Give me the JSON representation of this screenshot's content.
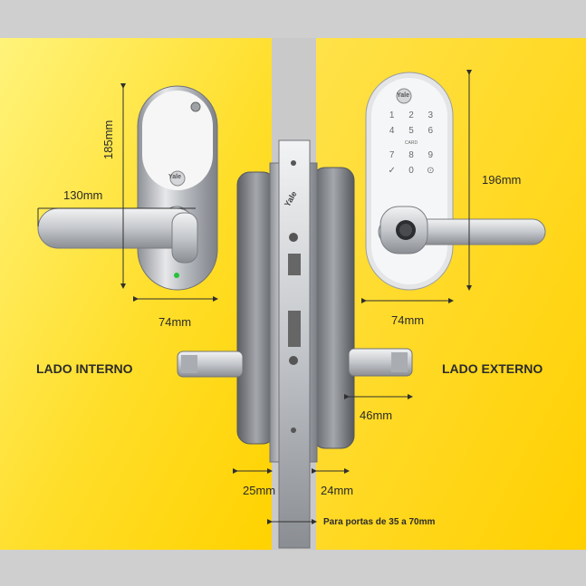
{
  "brand": "Yale",
  "colors": {
    "background": "#cfcfcf",
    "panel_yellow": "#ffd81c",
    "panel_yellow_light": "#fff06a",
    "dimension_line": "#2f2f2f",
    "chrome": "#b9bcc1",
    "led_green": "#25c23a"
  },
  "labels": {
    "side_internal": "LADO INTERNO",
    "side_external": "LADO EXTERNO",
    "door_thickness": "Para portas de 35 a 70mm"
  },
  "dimensions": {
    "internal_height": "185mm",
    "internal_handle_length": "130mm",
    "internal_width": "74mm",
    "external_height": "196mm",
    "external_width": "74mm",
    "external_cylinder": "46mm",
    "left_rosette": "25mm",
    "right_rosette": "24mm"
  },
  "keypad": {
    "keys": [
      "1",
      "2",
      "3",
      "4",
      "5",
      "6",
      "7",
      "8",
      "9",
      "✓",
      "0",
      "⊙"
    ],
    "card_label": "CARD"
  }
}
